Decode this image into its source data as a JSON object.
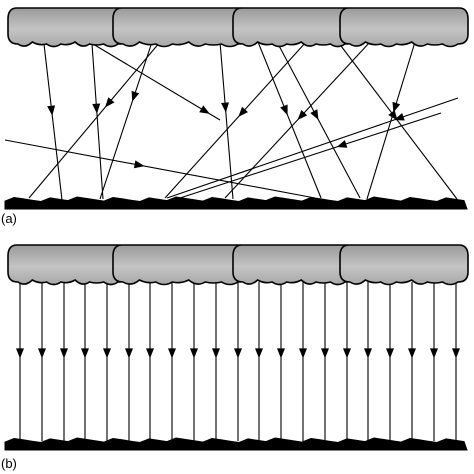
{
  "panels": [
    {
      "id": "a",
      "label": "(a)"
    },
    {
      "id": "b",
      "label": "(b)"
    }
  ],
  "colors": {
    "cloud_fill": "#b3b3b3",
    "cloud_stroke": "#000000",
    "ground": "#000000",
    "ray": "#000000",
    "background": "#ffffff"
  }
}
